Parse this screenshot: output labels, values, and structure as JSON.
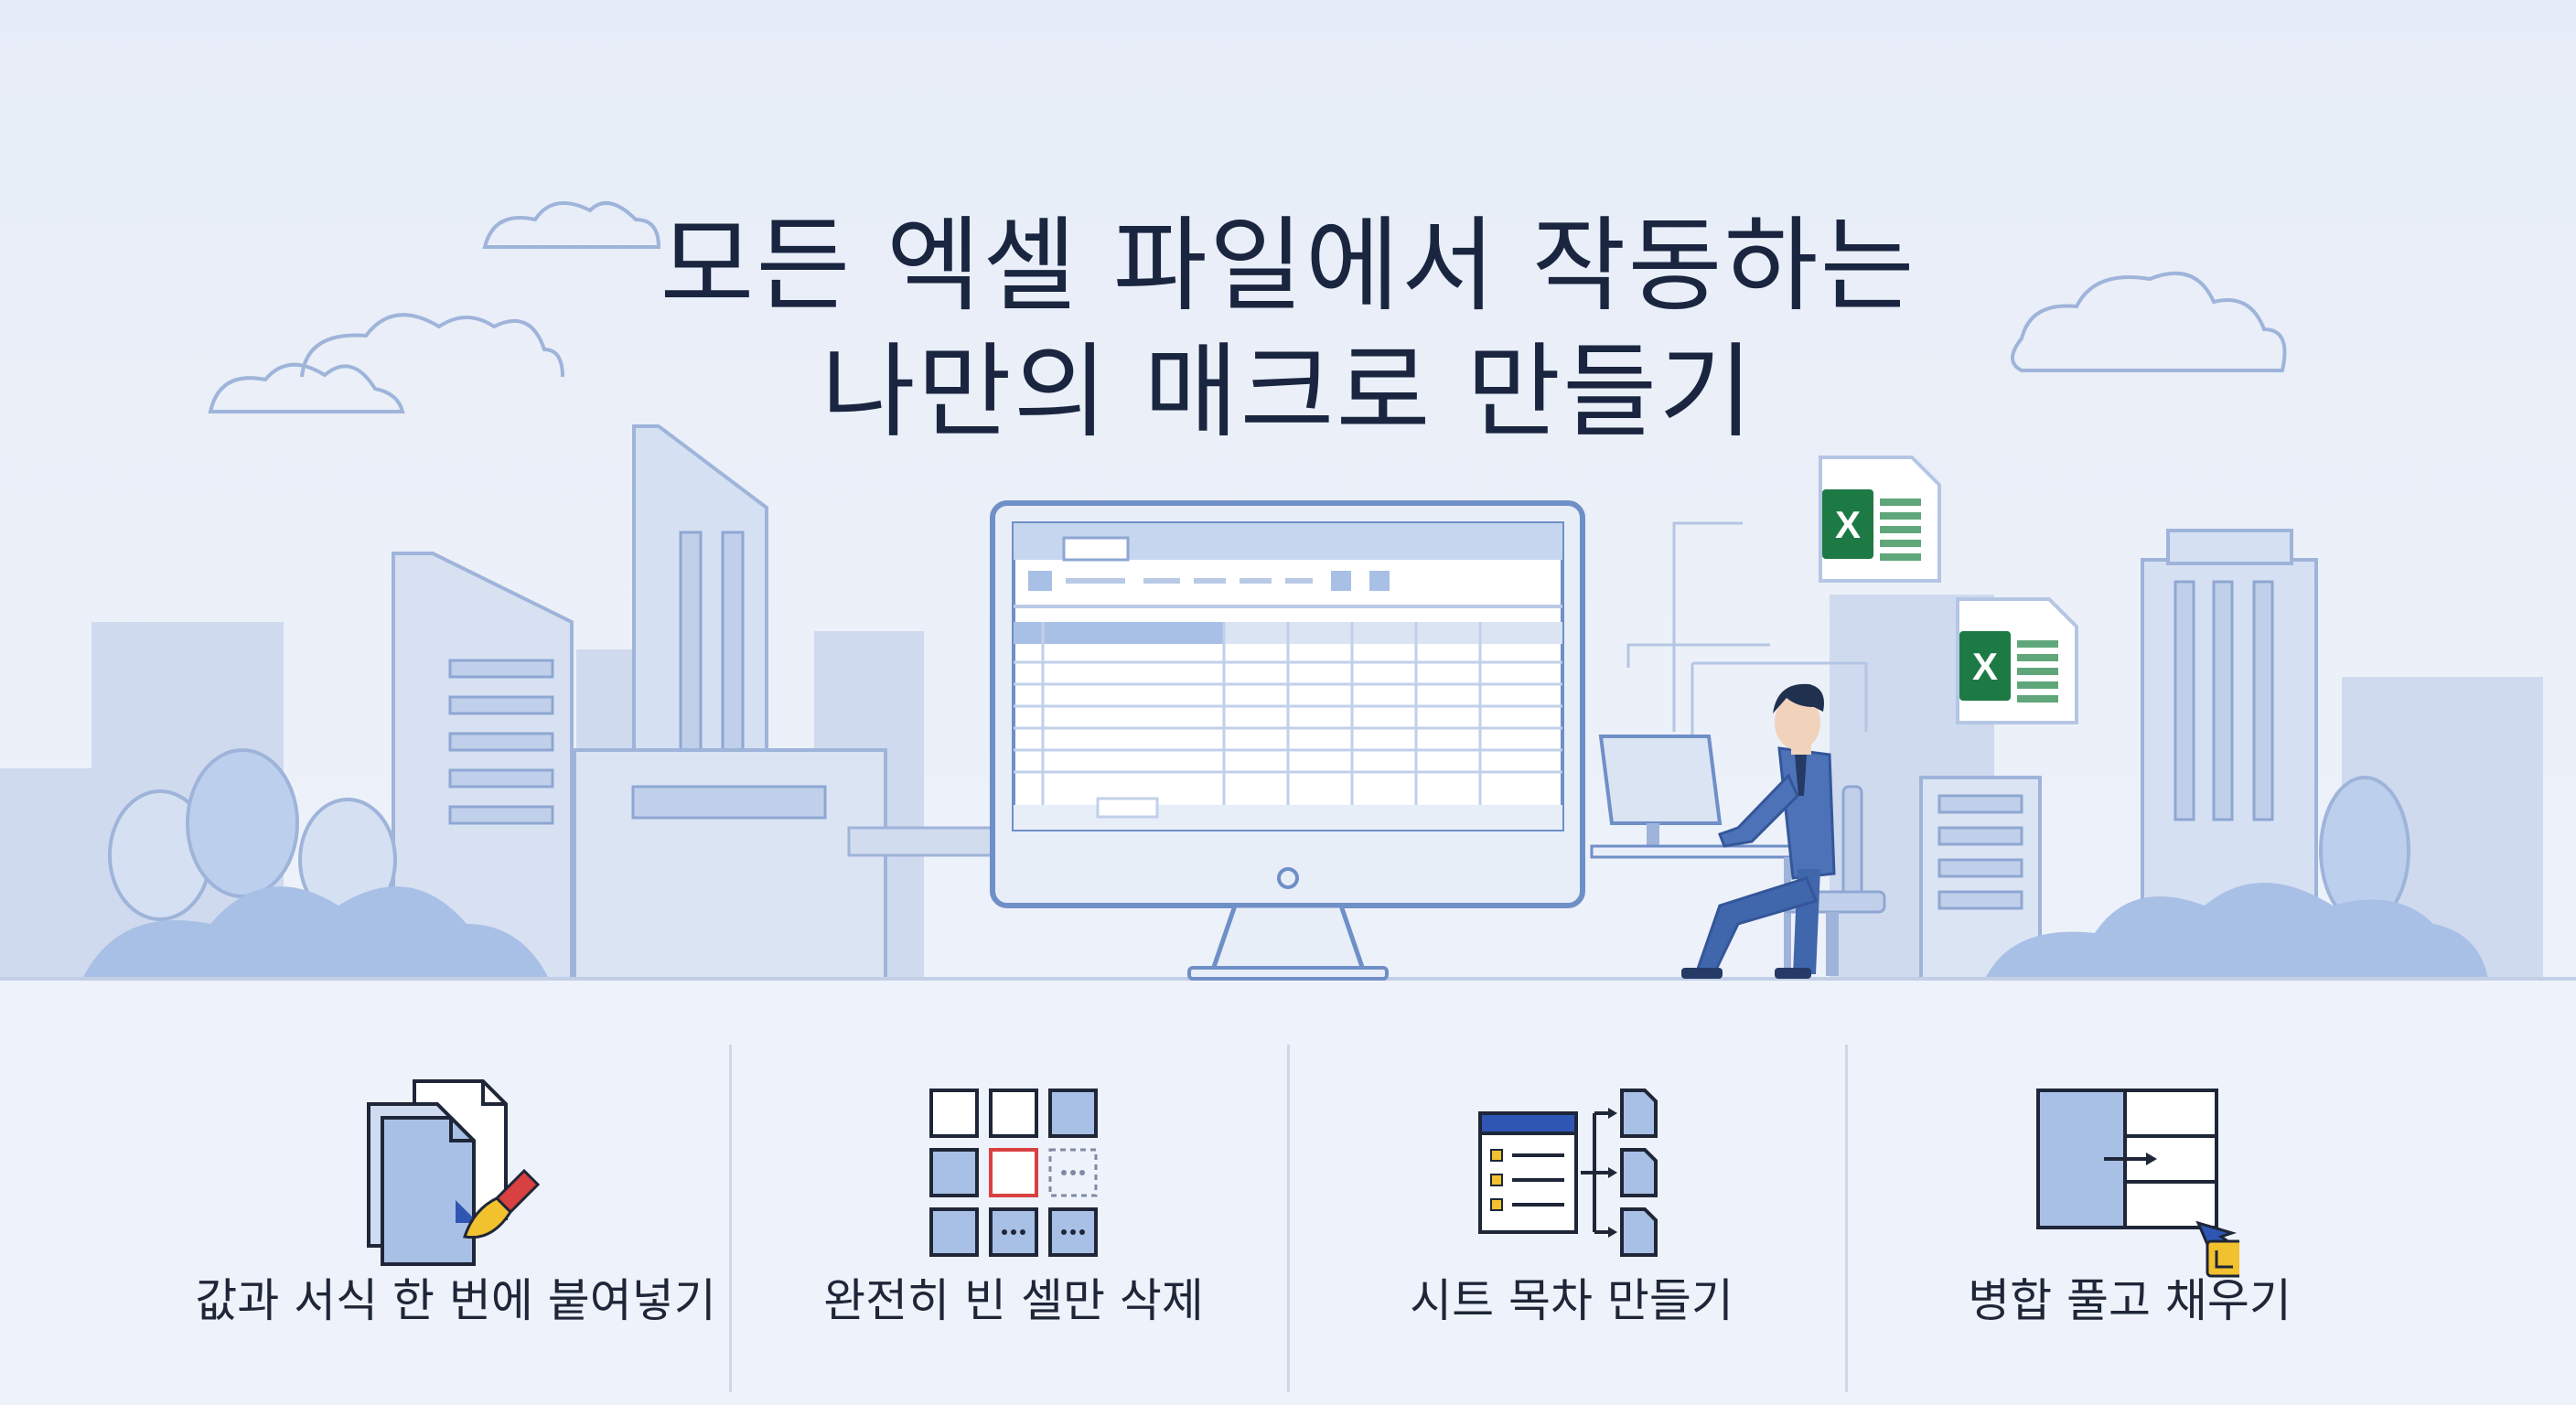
{
  "title": {
    "line1": "모든 엑셀 파일에서 작동하는",
    "line2": "나만의 매크로 만들기"
  },
  "features": [
    {
      "label": "값과 서식 한 번에 붙여넣기",
      "icon": "copy-paste-format-icon"
    },
    {
      "label": "완전히 빈 셀만 삭제",
      "icon": "delete-empty-cells-icon"
    },
    {
      "label": "시트 목차 만들기",
      "icon": "sheet-index-icon"
    },
    {
      "label": "병합 풀고 채우기",
      "icon": "unmerge-fill-icon"
    }
  ],
  "excel_badge": "X",
  "colors": {
    "accent": "#3d6bbf",
    "building": "#b4c6e4",
    "tree": "#a7bde3",
    "excel_green": "#1d7a45",
    "highlight": "#d94040",
    "corner_yellow": "#f2c12e"
  }
}
